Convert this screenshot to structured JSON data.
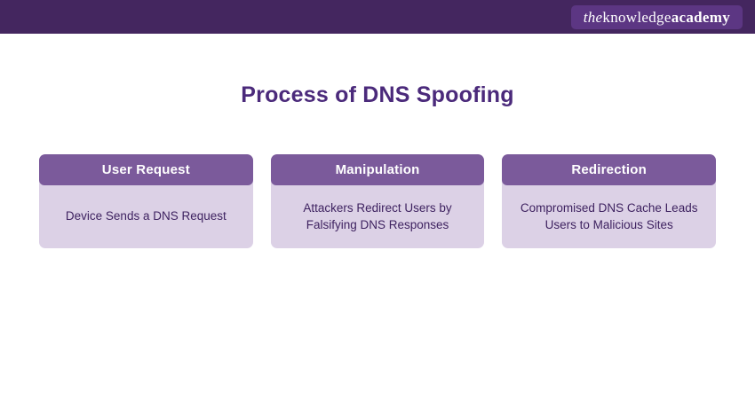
{
  "header": {
    "logo": {
      "the": "the",
      "knowledge": "knowledge",
      "academy": "academy"
    }
  },
  "title": "Process of DNS Spoofing",
  "cards": [
    {
      "title": "User Request",
      "body": "Device Sends a DNS Request"
    },
    {
      "title": "Manipulation",
      "body": "Attackers Redirect Users by Falsifying DNS Responses"
    },
    {
      "title": "Redirection",
      "body": "Compromised DNS Cache Leads Users to Malicious Sites"
    }
  ],
  "colors": {
    "top_bar": "#44265f",
    "logo_pill": "#5c3683",
    "title_text": "#4b2a7b",
    "card_header": "#7b5a9b",
    "card_body": "#dcd1e6",
    "card_body_text": "#3e2260"
  }
}
